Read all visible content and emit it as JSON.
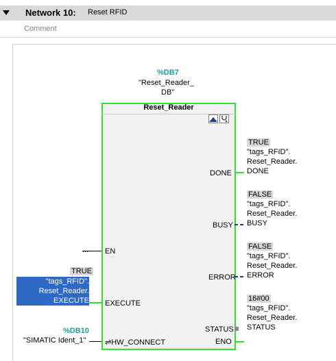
{
  "network": {
    "label": "Network 10:",
    "title": "Reset RFID",
    "comment_placeholder": "Comment"
  },
  "instance": {
    "db": "%DB7",
    "name_line1": "\"Reset_Reader_",
    "name_line2": "DB\""
  },
  "block": {
    "name": "Reset_Reader"
  },
  "pins": {
    "en": "EN",
    "execute": "EXECUTE",
    "hw_connect": "HW_CONNECT",
    "hw_arrow": "⇌",
    "done": "DONE",
    "busy": "BUSY",
    "error": "ERROR",
    "status": "STATUS",
    "eno": "ENO"
  },
  "inputs": {
    "en": "...",
    "execute": {
      "value": "TRUE",
      "l1": "\"tags_RFID\".",
      "l2": "Reset_Reader.",
      "l3": "EXECUTE"
    },
    "hw": {
      "db": "%DB10",
      "name": "\"SIMATIC Ident_1\""
    }
  },
  "outputs": {
    "done": {
      "value": "TRUE",
      "l1": "\"tags_RFID\".",
      "l2": "Reset_Reader.",
      "l3": "DONE"
    },
    "busy": {
      "value": "FALSE",
      "l1": "\"tags_RFID\".",
      "l2": "Reset_Reader.",
      "l3": "BUSY"
    },
    "error": {
      "value": "FALSE",
      "l1": "\"tags_RFID\".",
      "l2": "Reset_Reader.",
      "l3": "ERROR"
    },
    "status": {
      "value": "16#00",
      "l1": "\"tags_RFID\".",
      "l2": "Reset_Reader.",
      "l3": "STATUS"
    }
  },
  "colors": {
    "accent_green": "#2ee22e",
    "selection": "#2e69c6",
    "db_text": "#1a9ca0"
  }
}
